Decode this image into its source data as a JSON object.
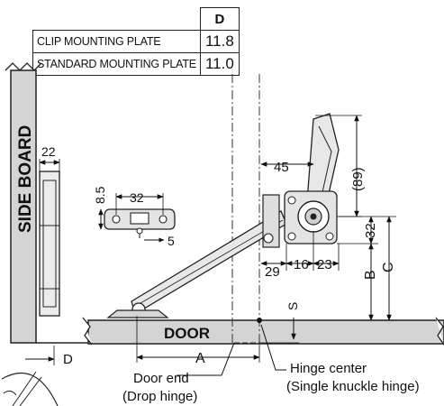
{
  "table": {
    "header": "D",
    "rows": [
      {
        "label": "CLIP MOUNTING PLATE",
        "value": "11.8"
      },
      {
        "label": "STANDARD MOUNTING PLATE",
        "value": "11.0"
      }
    ]
  },
  "labels": {
    "side_board": "SIDE BOARD",
    "door": "DOOR",
    "door_end": "Door end",
    "drop_hinge": "(Drop hinge)",
    "hinge_center": "Hinge center",
    "single_knuckle": "(Single knuckle hinge)"
  },
  "dimensions": {
    "d22": "22",
    "d32a": "32",
    "d8_5": "8.5",
    "d5": "5",
    "d45": "45",
    "d89": "(89)",
    "d32b": "32",
    "d29": "29",
    "d16": "16",
    "d23": "23",
    "A": "A",
    "B": "B",
    "C": "C",
    "D": "D",
    "S": "S"
  }
}
